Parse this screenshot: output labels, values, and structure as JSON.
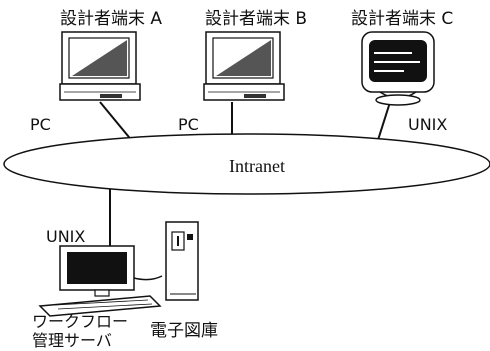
{
  "terminals": {
    "a": {
      "label": "設計者端末 A",
      "type": "PC"
    },
    "b": {
      "label": "設計者端末 B",
      "type": "PC"
    },
    "c": {
      "label": "設計者端末 C",
      "type": "UNIX"
    }
  },
  "network": {
    "label": "Intranet"
  },
  "server": {
    "type": "UNIX",
    "label_line1": "ワークフロー",
    "label_line2": "管理サーバ"
  },
  "library": {
    "label": "電子図庫"
  }
}
